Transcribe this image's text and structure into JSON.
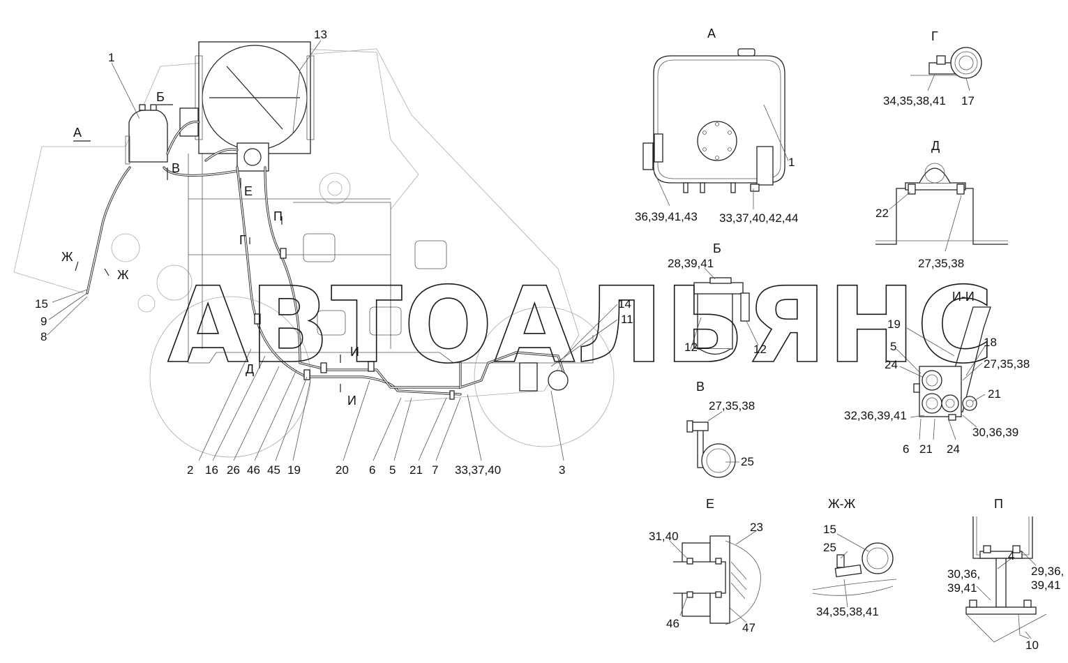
{
  "views": {
    "A": "А",
    "B": "Б",
    "V": "В",
    "G": "Г",
    "D": "Д",
    "E": "Е",
    "ZhZh": "Ж-Ж",
    "II": "И-И",
    "P": "П"
  },
  "main": {
    "markers": {
      "A": "А",
      "B": "Б",
      "V": "В",
      "G": "Г",
      "D": "Д",
      "E": "Е",
      "Zh1": "Ж",
      "Zh2": "Ж",
      "I1": "И",
      "I2": "И",
      "P": "П"
    },
    "labels": {
      "l1": "1",
      "l13": "13",
      "l15": "15",
      "l9": "9",
      "l8": "8",
      "l14": "14",
      "l11": "11",
      "l2": "2",
      "l16": "16",
      "l26": "26",
      "l46": "46",
      "l45": "45",
      "l19": "19",
      "l20": "20",
      "l6": "6",
      "l5": "5",
      "l21": "21",
      "l7": "7",
      "l333740": "33,37,40",
      "l3": "3"
    }
  },
  "viewA": {
    "n1": "1",
    "left": "36,39,41,43",
    "right": "33,37,40,42,44"
  },
  "viewG": {
    "left": "34,35,38,41",
    "right": "17"
  },
  "viewD": {
    "n22": "22",
    "bottom": "27,35,38"
  },
  "viewB": {
    "top": "28,39,41",
    "n12a": "12",
    "n12b": "12"
  },
  "viewV": {
    "top": "27,35,38",
    "n25": "25"
  },
  "viewII": {
    "n19": "19",
    "n18": "18",
    "n5": "5",
    "t273538": "27,35,38",
    "n24a": "24",
    "t32": "32,36,39,41",
    "n21a": "21",
    "t303639": "30,36,39",
    "n6": "6",
    "n21b": "21",
    "n24b": "24"
  },
  "viewE": {
    "t3140": "31,40",
    "n23": "23",
    "n46": "46",
    "n47": "47"
  },
  "viewZh": {
    "n15": "15",
    "n25": "25",
    "bottom": "34,35,38,41"
  },
  "viewP": {
    "n4": "4",
    "l1": "30,36,",
    "l2": "39,41",
    "r1": "29,36,",
    "r2": "39,41",
    "n10": "10"
  },
  "watermark": "АВТОАЛЬЯНС"
}
